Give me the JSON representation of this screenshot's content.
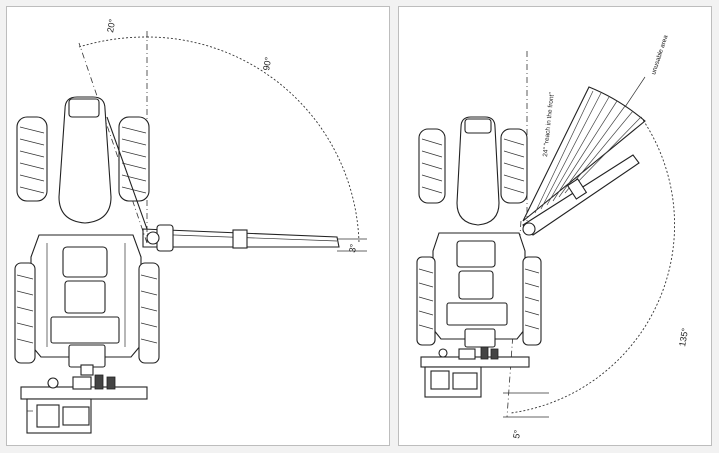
{
  "left_panel": {
    "angle_tilt": "20°",
    "angle_sweep": "90°",
    "angle_offset": "3°"
  },
  "right_panel": {
    "reach_note": "24\" \"reach in the front\"",
    "unusable_area": "unusable area",
    "angle_sweep": "135°",
    "angle_offset": "5°"
  }
}
